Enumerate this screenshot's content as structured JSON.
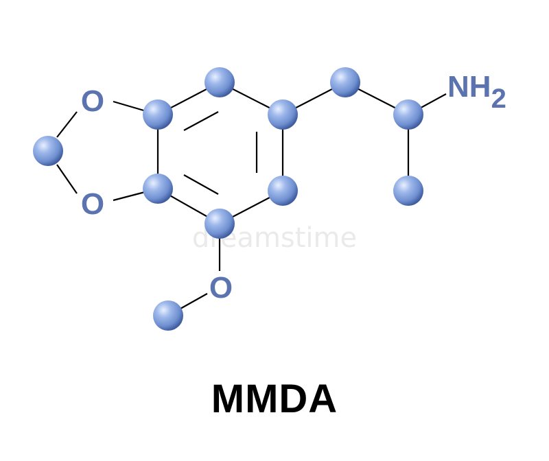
{
  "molecule": {
    "name": "MMDA",
    "labels": {
      "oxygen_top": "O",
      "oxygen_bottom": "O",
      "oxygen_methoxy": "O",
      "amine_main": "NH",
      "amine_sub": "2"
    },
    "watermark": "dreamstime"
  },
  "colors": {
    "atom_fill": "#7f9fdc",
    "atom_highlight": "#e8f0ff",
    "atom_shadow": "#3e5c9e",
    "bond": "#000000",
    "label": "#5b74b0"
  }
}
